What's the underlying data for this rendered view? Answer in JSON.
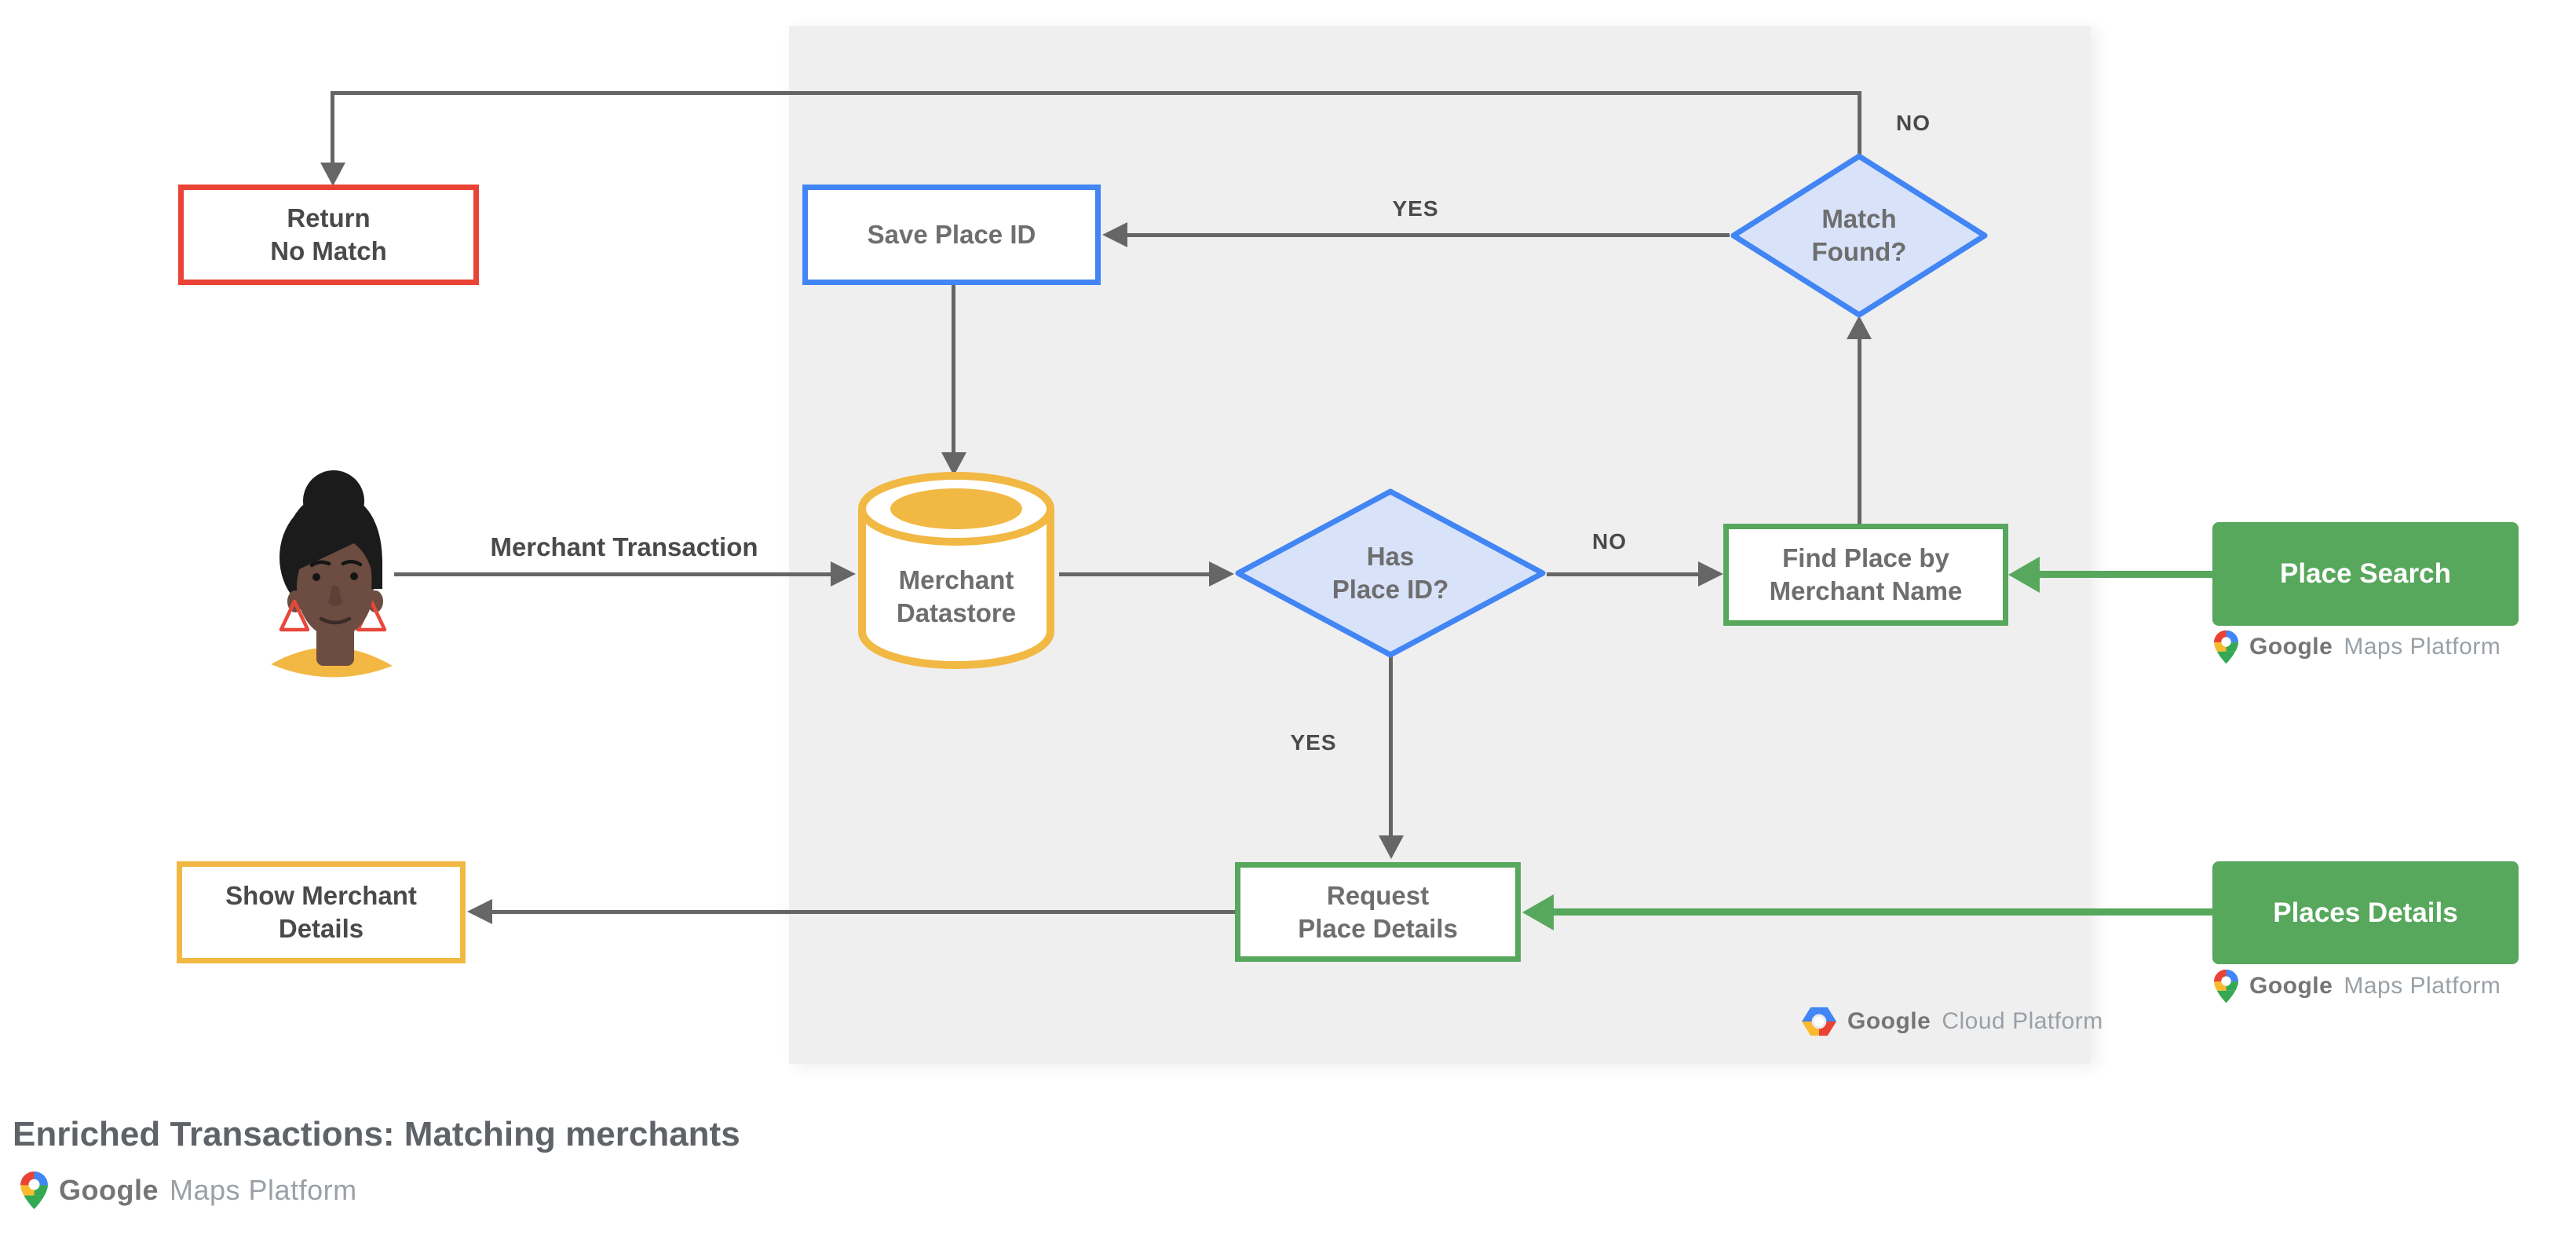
{
  "title": "Enriched Transactions: Matching merchants",
  "colors": {
    "red_border": "#E94335",
    "blue_border": "#4285F4",
    "diamond_fill": "#D8E3FA",
    "yellow": "#F2B844",
    "green": "#57A75C",
    "panel_bg": "#EFEFEF",
    "line_gray": "#666666",
    "text_dark": "#4A4A4A",
    "text_gray": "#6E6E6E"
  },
  "nodes": {
    "return_no_match": "Return\nNo Match",
    "save_place_id": "Save Place ID",
    "match_found": "Match\nFound?",
    "merchant_datastore": "Merchant\nDatastore",
    "has_place_id": "Has\nPlace ID?",
    "find_place": "Find Place by\nMerchant Name",
    "request_place_details": "Request\nPlace Details",
    "show_merchant_details": "Show Merchant\nDetails",
    "place_search": "Place Search",
    "places_details": "Places Details"
  },
  "edge_labels": {
    "merchant_transaction": "Merchant Transaction",
    "match_found_yes": "YES",
    "match_found_no": "NO",
    "has_place_id_yes": "YES",
    "has_place_id_no": "NO"
  },
  "logos": {
    "gcp": {
      "google": "Google",
      "product": "Cloud Platform"
    },
    "gmp_place_search": {
      "google": "Google",
      "product": "Maps Platform"
    },
    "gmp_places_details": {
      "google": "Google",
      "product": "Maps Platform"
    },
    "gmp_footer": {
      "google": "Google",
      "product": "Maps Platform"
    }
  }
}
